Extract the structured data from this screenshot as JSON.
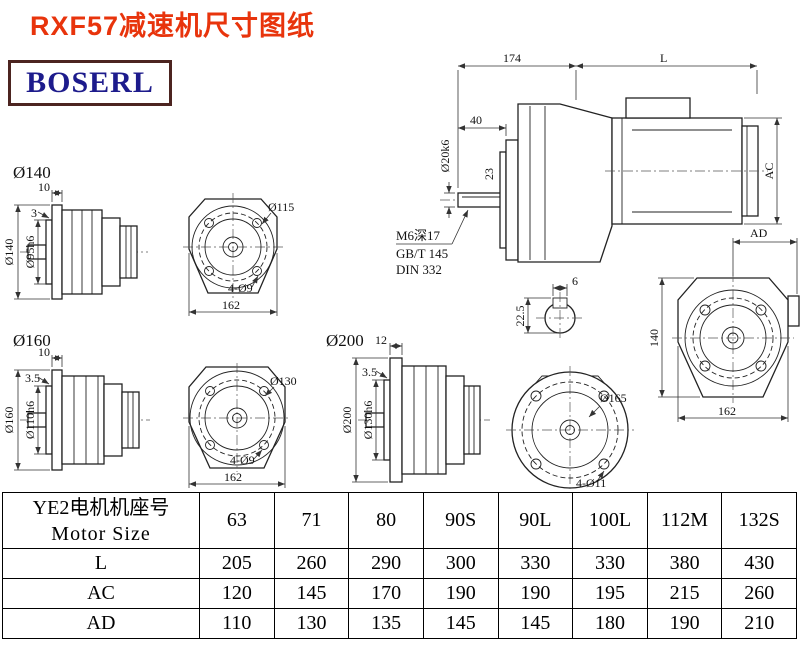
{
  "page": {
    "title": "RXF57减速机尺寸图纸",
    "logo": "BOSERL"
  },
  "views": {
    "flange140": {
      "name": "Ø140",
      "thk1": "10",
      "thk2": "3",
      "outer": "Ø140",
      "spigot": "Ø95h6",
      "bolt_circle": "Ø115",
      "holes": "4-Ø9",
      "width": "162"
    },
    "flange160": {
      "name": "Ø160",
      "thk1": "10",
      "thk2": "3.5",
      "outer": "Ø160",
      "spigot": "Ø110h6",
      "bolt_circle": "Ø130",
      "holes": "4-Ø9",
      "width": "162"
    },
    "flange200": {
      "name": "Ø200",
      "thk1": "12",
      "thk2": "3.5",
      "outer": "Ø200",
      "spigot": "Ø130h6",
      "bolt_circle": "Ø165",
      "holes": "4-Ø11"
    },
    "main": {
      "dim174": "174",
      "dimL": "L",
      "dim40": "40",
      "shaft_dia": "Ø20k6",
      "dim23": "23",
      "tap": "M6深17",
      "std1": "GB/T 145",
      "std2": "DIN 332",
      "key_width": "6",
      "key_height": "22.5",
      "ac": "AC",
      "ad": "AD",
      "front_height": "140",
      "front_width": "162"
    }
  },
  "table": {
    "header_cn": "YE2电机机座号",
    "header_en": "Motor Size",
    "sizes": [
      "63",
      "71",
      "80",
      "90S",
      "90L",
      "100L",
      "112M",
      "132S"
    ],
    "rows": [
      {
        "label": "L",
        "values": [
          "205",
          "260",
          "290",
          "300",
          "330",
          "330",
          "380",
          "430"
        ]
      },
      {
        "label": "AC",
        "values": [
          "120",
          "145",
          "170",
          "190",
          "190",
          "195",
          "215",
          "260"
        ]
      },
      {
        "label": "AD",
        "values": [
          "110",
          "130",
          "135",
          "145",
          "145",
          "180",
          "190",
          "210"
        ]
      }
    ]
  }
}
